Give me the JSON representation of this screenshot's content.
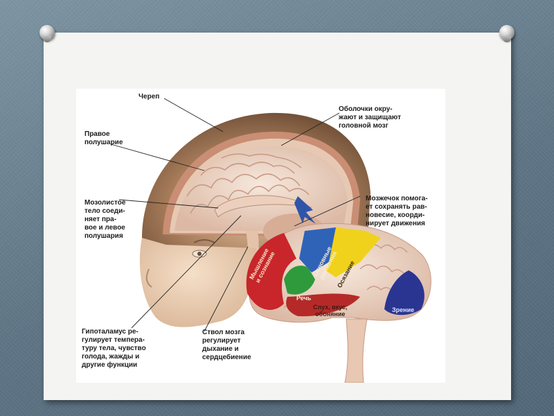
{
  "labels": {
    "skull": "Череп",
    "meninges": "Оболочки окру-\nжают и защищают\nголовной мозг",
    "right_hemisphere": "Правое\nполушарие",
    "corpus_callosum": "Мозолистое\nтело соеди-\nняет пра-\nвое и левое\nполушария",
    "cerebellum": "Мозжечок помога-\nет сохранять рав-\nновесие, коорди-\nнирует движения",
    "hypothalamus": "Гипоталамус ре-\nгулирует темпера-\nтуру тела, чувство\nголода, жажды и\nдругие функции",
    "brainstem": "Ствол мозга\nрегулирует\nдыхание и\nсердцебиение"
  },
  "regions": {
    "thinking": "Мышление\nи сознание",
    "movement": "Основные\nдвижения",
    "sensation": "Осязание",
    "speech": "Речь",
    "hearing": "Слух, вкус,\nобоняние",
    "vision": "Зрение"
  },
  "colors": {
    "thinking": "#c8262a",
    "movement": "#2f63b8",
    "sensation": "#f0d21c",
    "speech": "#2e9a3c",
    "hearing": "#b52a28",
    "vision": "#2a3592"
  }
}
